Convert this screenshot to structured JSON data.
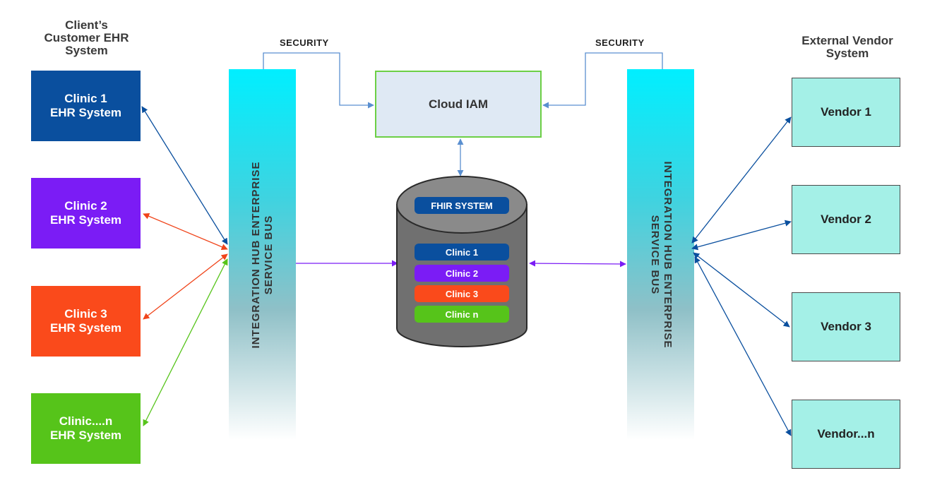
{
  "headings": {
    "client": "Client’s\nCustomer EHR\nSystem",
    "vendor": "External Vendor\nSystem"
  },
  "clinics": [
    {
      "label": "Clinic 1\nEHR System",
      "color": "#0a4f9e"
    },
    {
      "label": "Clinic 2\nEHR System",
      "color": "#7b1cf5"
    },
    {
      "label": "Clinic 3\nEHR System",
      "color": "#fa4a1b"
    },
    {
      "label": "Clinic....n\nEHR System",
      "color": "#56c41a"
    }
  ],
  "vendors": [
    "Vendor 1",
    "Vendor 2",
    "Vendor 3",
    "Vendor...n"
  ],
  "buses": {
    "left": "INTEGRATION HUB ENTERPRISE\nSERVICE BUS",
    "right": "INTEGRATION HUB ENTERPRISE\nSERVICE BUS"
  },
  "security": {
    "left": "SECURITY",
    "right": "SECURITY"
  },
  "iam": {
    "label": "Cloud IAM"
  },
  "database": {
    "title": "FHIR SYSTEM",
    "title_color": "#0a4f9e",
    "cylinder_color": "#707070",
    "entries": [
      {
        "label": "Clinic 1",
        "color": "#0a4f9e"
      },
      {
        "label": "Clinic 2",
        "color": "#7b1cf5"
      },
      {
        "label": "Clinic 3",
        "color": "#fa4a1b"
      },
      {
        "label": "Clinic n",
        "color": "#56c41a"
      }
    ]
  },
  "colors": {
    "connector_blue": "#0a4f9e",
    "connector_orange": "#f0441a",
    "connector_green": "#56c41a",
    "connector_purple": "#7b1cf5",
    "security_line": "#5a8fd0"
  }
}
